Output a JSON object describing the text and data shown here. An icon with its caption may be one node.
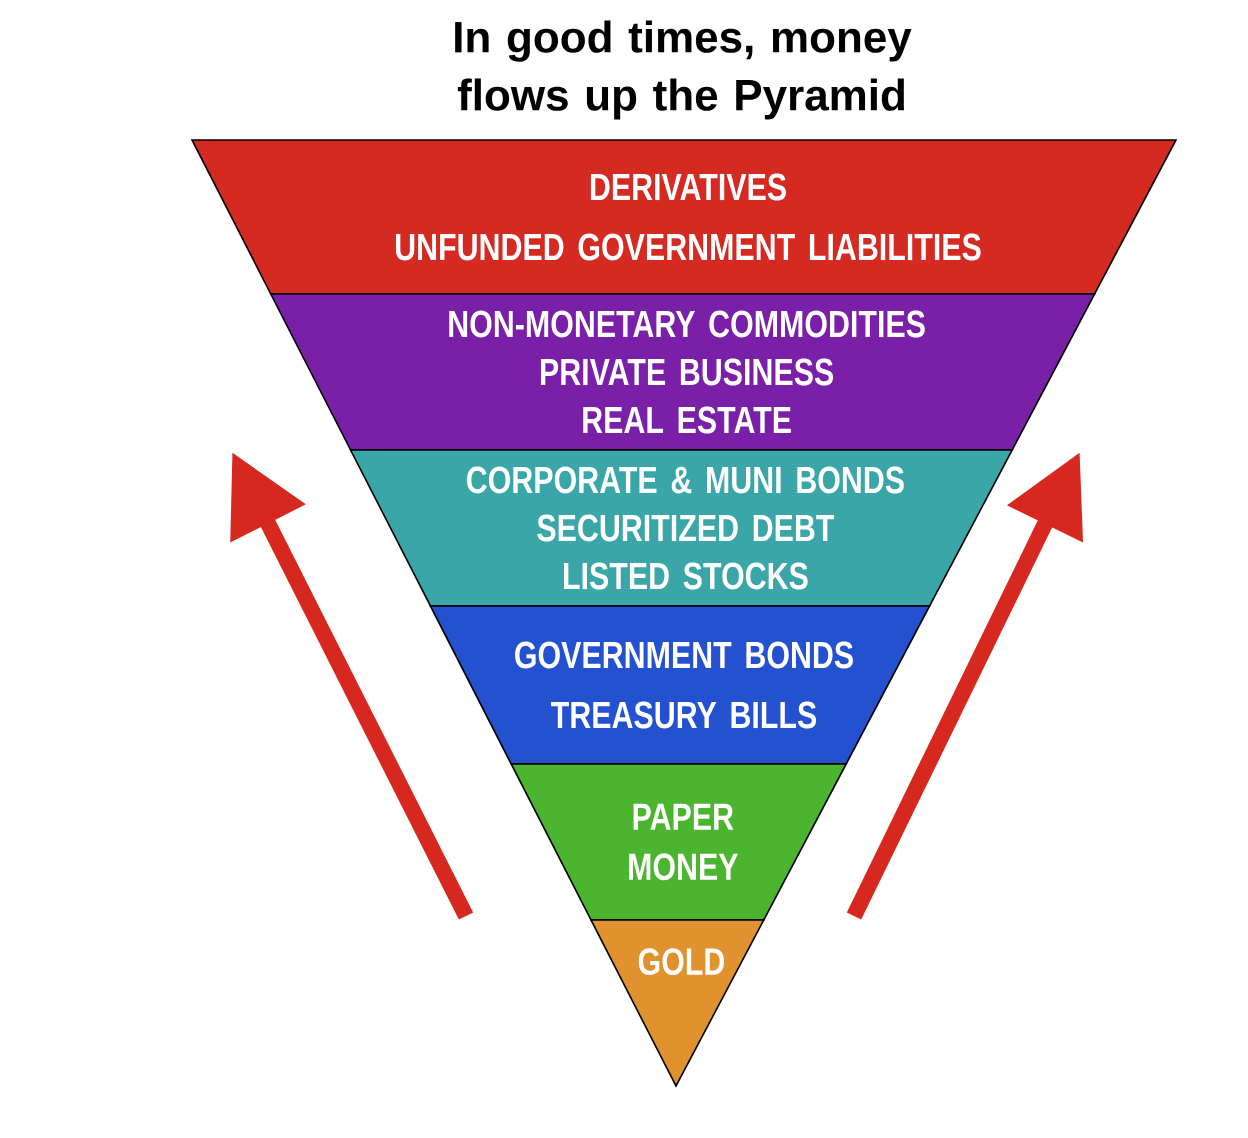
{
  "diagram": {
    "title": "In good times, money flows up the Pyramid",
    "nodes": [
      {
        "text": [
          "DERIVATIVES",
          "UNFUNDED GOVERNMENT LIABILITIES"
        ]
      },
      {
        "text": [
          "NON-MONETARY COMMODITIES",
          "PRIVATE BUSINESS",
          "REAL ESTATE"
        ]
      },
      {
        "text": [
          "CORPORATE & MUNI BONDS",
          "SECURITIZED DEBT",
          "LISTED STOCKS"
        ]
      },
      {
        "text": [
          "GOVERNMENT BONDS",
          "TREASURY BILLS"
        ]
      },
      {
        "text": [
          "PAPER MONEY"
        ]
      },
      {
        "text": [
          "GOLD"
        ]
      }
    ],
    "edges": []
  }
}
